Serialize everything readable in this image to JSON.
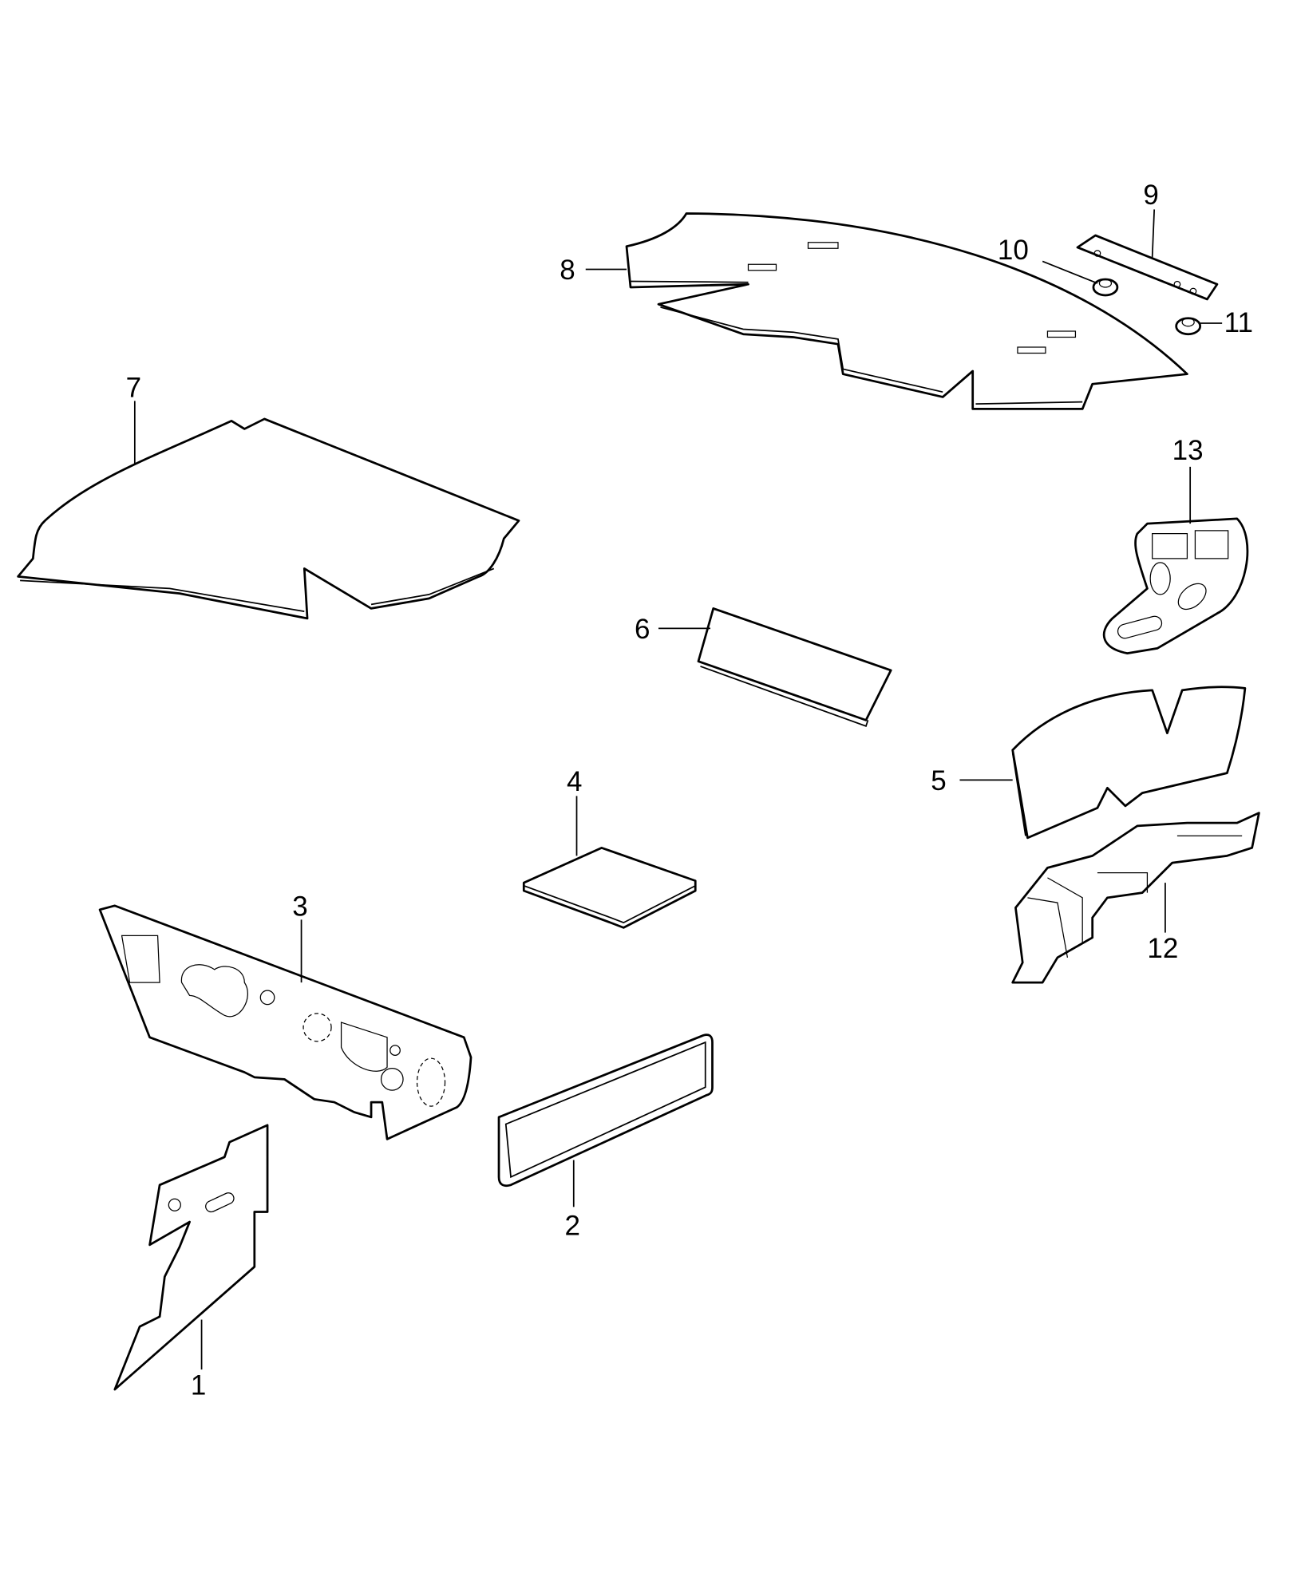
{
  "diagram": {
    "callouts": [
      "1",
      "2",
      "3",
      "4",
      "5",
      "6",
      "7",
      "8",
      "9",
      "10",
      "11",
      "12",
      "13"
    ],
    "line_color": "#000000",
    "background": "#ffffff"
  }
}
